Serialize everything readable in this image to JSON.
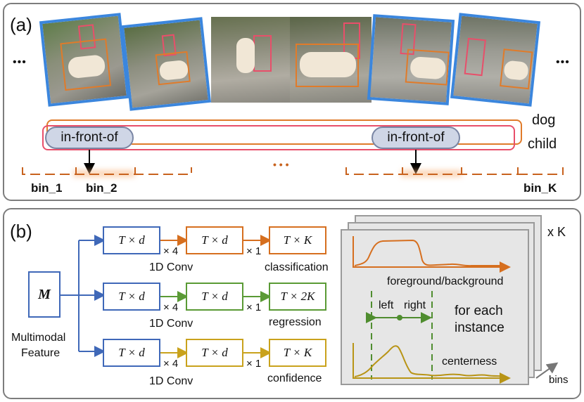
{
  "panel_a": {
    "label": "(a)",
    "ellipsis_left": "•••",
    "ellipsis_right": "•••",
    "ellipsis_mid": "• • •",
    "track_labels": [
      "dog",
      "child"
    ],
    "relation_pills": [
      "in-front-of",
      "in-front-of"
    ],
    "bins": [
      "bin_1",
      "bin_2",
      "bin_K"
    ],
    "colors": {
      "frame_border": "#3b86dd",
      "dog_track": "#e07b2a",
      "child_track": "#e84f6a",
      "bin_line": "#c8621e"
    }
  },
  "panel_b": {
    "label": "(b)",
    "input": {
      "symbol": "M",
      "caption_line1": "Multimodal",
      "caption_line2": "Feature"
    },
    "branches": [
      {
        "name": "classification",
        "color": "#d66f1f",
        "box1": "T × d",
        "box2": "T × d",
        "box3": "T × K",
        "mult1": "× 4",
        "mult2": "× 1",
        "conv": "1D Conv",
        "head": "classification"
      },
      {
        "name": "regression",
        "color": "#5a9a35",
        "box1": "T × d",
        "box2": "T × d",
        "box3": "T × 2K",
        "mult1": "× 4",
        "mult2": "× 1",
        "conv": "1D Conv",
        "head": "regression"
      },
      {
        "name": "confidence",
        "color": "#c9a21c",
        "box1": "T × d",
        "box2": "T × d",
        "box3": "T × K",
        "mult1": "× 4",
        "mult2": "× 1",
        "conv": "1D Conv",
        "head": "confidence"
      }
    ],
    "input_box_color": "#3f68b8",
    "output_card": {
      "stack_label": "x K",
      "fg_label": "foreground/background",
      "left": "left",
      "right": "right",
      "instance_line1": "for each",
      "instance_line2": "instance",
      "centerness": "centerness",
      "bins_axis": "bins"
    }
  }
}
